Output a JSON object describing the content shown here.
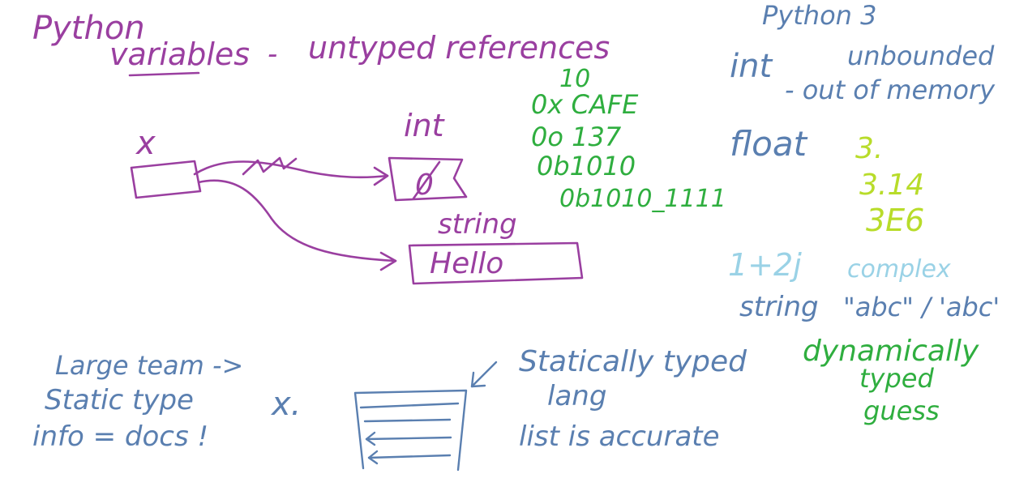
{
  "title": {
    "line1": "Python",
    "line2_word": "variables",
    "line2_sep": "-",
    "line2_rest": "untyped references"
  },
  "diagram": {
    "var_name": "x",
    "int_label": "int",
    "int_value": "0",
    "string_label": "string",
    "string_value": "Hello"
  },
  "int_literals": [
    "10",
    "0x CAFE",
    "0o 137",
    "0b1010",
    "0b1010_1111"
  ],
  "python3": {
    "heading": "Python 3",
    "int_label": "int",
    "unbounded": "unbounded",
    "out_of_memory": "- out of memory",
    "float_label": "float",
    "float_values": [
      "3.",
      "3.14",
      "3E6"
    ],
    "complex_value": "1+2j",
    "complex_label": "complex",
    "string_label": "string",
    "string_examples": "\"abc\" / 'abc'",
    "dynamic_line1": "dynamically",
    "dynamic_line2": "typed",
    "dynamic_line3": "guess"
  },
  "bottom": {
    "line1": "Large team ->",
    "line2": "Static type",
    "line3": "info = docs !",
    "var_label": "x.",
    "statically": "Statically typed",
    "lang": "lang",
    "accurate": "list is accurate"
  },
  "colors": {
    "purple": "#9a3fa0",
    "green": "#2fae3f",
    "blue": "#5a7fb0",
    "lime": "#b8dc2a",
    "cyan": "#9ad2e6"
  }
}
